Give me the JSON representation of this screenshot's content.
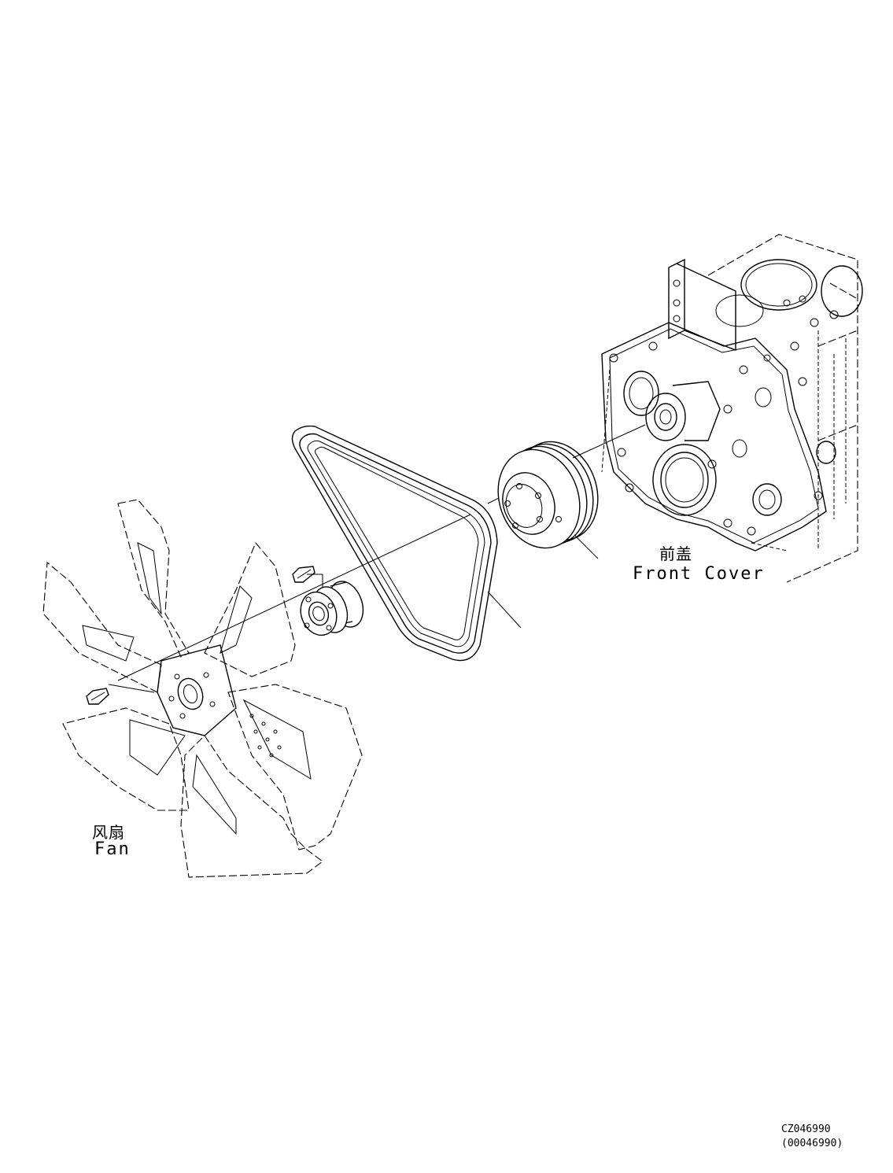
{
  "labels": {
    "front_cover_cn": "前盖",
    "front_cover_en": "Front Cover",
    "fan_cn": "风扇",
    "fan_en": "Fan"
  },
  "drawing_codes": {
    "primary": "CZ046990",
    "secondary": "(00046990)"
  }
}
